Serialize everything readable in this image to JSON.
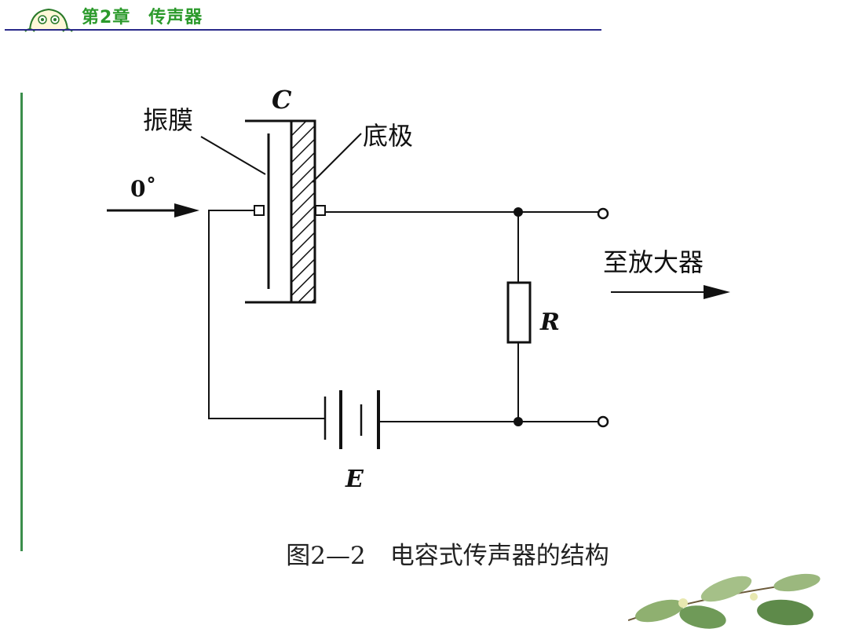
{
  "header": {
    "chapter_title": "第2章　传声器"
  },
  "diagram": {
    "label_diaphragm": "振膜",
    "label_capacitor": "C",
    "label_backplate": "底极",
    "label_angle": "0˚",
    "label_to_amplifier": "至放大器",
    "label_resistor": "R",
    "label_battery": "E"
  },
  "caption": "图2—2　电容式传声器的结构",
  "colors": {
    "accent_green": "#2c9a2c",
    "rule_blue": "#2a2a8a",
    "side_bar_green": "#3b8e4c"
  }
}
